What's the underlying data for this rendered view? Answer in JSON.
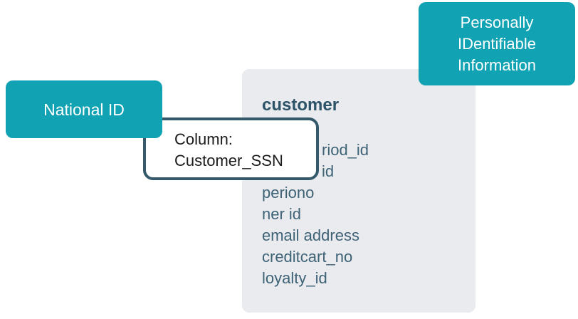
{
  "tags": {
    "national_id": {
      "label": "National ID"
    },
    "pii": {
      "lines": [
        "Personally",
        "IDentifiable",
        "Information"
      ]
    }
  },
  "tooltip": {
    "lines": [
      "Column:",
      "Customer_SSN"
    ]
  },
  "table": {
    "title": "customer",
    "columns": [
      "riod_id",
      "id",
      "periono",
      "ner id",
      "email address",
      "creditcart_no",
      "loyalty_id"
    ]
  },
  "colors": {
    "teal": "#11a2b3",
    "panel_bg": "#e9ebee",
    "tooltip_border": "#33596b",
    "table_title": "#2d5368",
    "table_text": "#3e6276",
    "tag_text": "#ffffff",
    "tooltip_text": "#1b1b1b"
  }
}
